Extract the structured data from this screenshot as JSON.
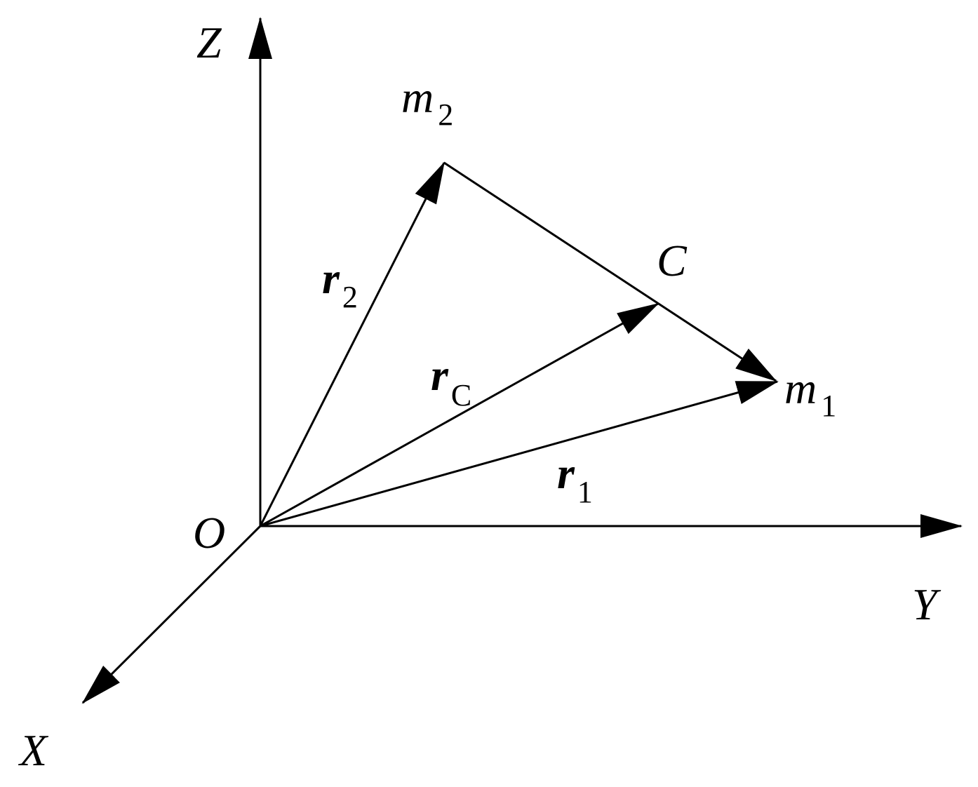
{
  "axes": {
    "z_label": "Z",
    "y_label": "Y",
    "x_label": "X",
    "origin_label": "O"
  },
  "points": {
    "m2": {
      "main": "m",
      "sub": "2"
    },
    "m1": {
      "main": "m",
      "sub": "1"
    },
    "c": {
      "main": "C"
    }
  },
  "vectors": {
    "r2": {
      "main": "r",
      "sub": "2"
    },
    "rc": {
      "main": "r",
      "sub": "C"
    },
    "r1": {
      "main": "r",
      "sub": "1"
    }
  },
  "colors": {
    "ink": "#000000",
    "background": "#ffffff"
  }
}
